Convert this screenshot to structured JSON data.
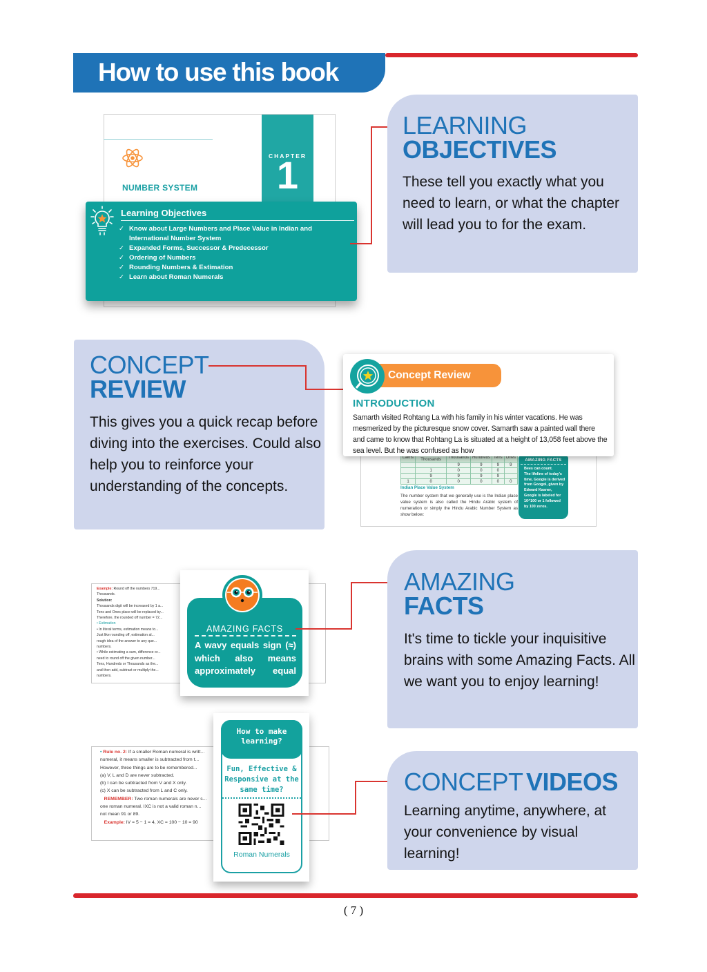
{
  "header": {
    "title": "How to use this book",
    "colors": {
      "blue": "#1f73b7",
      "red_rule": "#d9262c",
      "panel_bg": "#cfd6ec",
      "teal": "#0fa19c",
      "orange": "#f7933a"
    }
  },
  "sections": {
    "learning_objectives": {
      "heading_light": "LEARNING",
      "heading_bold": "OBJECTIVES",
      "description": "These tell you exactly what you need to learn, or what the chapter will lead you to for the exam.",
      "sample": {
        "chapter_word": "CHAPTER",
        "chapter_number": "1",
        "chapter_title": "NUMBER SYSTEM",
        "card_title": "Learning Objectives",
        "items": [
          "Know about Large Numbers and Place Value in Indian and International Number System",
          "Expanded Forms, Successor & Predecessor",
          "Ordering of Numbers",
          "Rounding Numbers & Estimation",
          "Learn about Roman Numerals"
        ],
        "tick": "✓"
      }
    },
    "concept_review": {
      "heading_light": "CONCEPT",
      "heading_bold": "REVIEW",
      "description": "This gives you a quick recap before diving into the exercises. Could also help you to reinforce your understanding of the concepts.",
      "sample": {
        "badge_label": "Concept Review",
        "intro_heading": "INTRODUCTION",
        "intro_text": "Samarth visited Rohtang La with his family in his winter vacations. He was mesmerized by the picturesque snow cover. Samarth saw a painted wall there and came to know that Rohtang La is situated at a height of 13,058 feet above the sea level. But he was confused as how",
        "table_header": [
          "Lakhs",
          "Ten Thousands",
          "Thousands",
          "Hundreds",
          "Tens",
          "Ones"
        ],
        "table_rows": [
          [
            "",
            "",
            "9",
            "9",
            "9",
            "9"
          ],
          [
            "",
            "1",
            "0",
            "0",
            "0",
            ""
          ],
          [
            "",
            "9",
            "9",
            "9",
            "9",
            ""
          ],
          [
            "1",
            "0",
            "0",
            "0",
            "0",
            "0"
          ]
        ],
        "subheading": "Indian Place Value System",
        "paragraph": "The number system that we generally use is the Indian place value system is also called the Hindu Arabic system of numeration or simply the Hindu Arabic Number System as show below:",
        "facts_box_title": "AMAZING FACTS",
        "facts_box_items": [
          "Bees can count.",
          "The lifeline of today's time, Google is derived from Googol, given by Edward Kasner, Google is labeled for 10^100 or 1 followed by 100 zeros."
        ]
      }
    },
    "amazing_facts": {
      "heading_light": "AMAZING",
      "heading_bold": "FACTS",
      "description": "It's time to tickle your inquisitive brains with some Amazing Facts. All we want you to enjoy learning!",
      "sample": {
        "card_title": "AMAZING FACTS",
        "card_text": "A wavy equals sign (≈) which also means approximately equal",
        "sheet_lines": [
          {
            "label": "Example:",
            "text": " Round off the numbers 719..."
          },
          {
            "label": "",
            "text": "    Thousands."
          },
          {
            "label": "",
            "text": "Solution:"
          },
          {
            "label": "",
            "text": "Thousands digit will be increased by 1 a..."
          },
          {
            "label": "",
            "text": "Tens and Ones place will be replaced by..."
          },
          {
            "label": "",
            "text": "Therefore, the rounded off number = 72..."
          },
          {
            "label": "",
            "text": "• Estimation"
          },
          {
            "label": "",
            "text": "  • In literal terms, estimation means to..."
          },
          {
            "label": "",
            "text": "    Just like rounding off, estimation al..."
          },
          {
            "label": "",
            "text": "    rough idea of the answer to any que..."
          },
          {
            "label": "",
            "text": "    numbers."
          },
          {
            "label": "",
            "text": "  • While estimating a sum, difference or..."
          },
          {
            "label": "",
            "text": "    need to round off the given number..."
          },
          {
            "label": "",
            "text": "    Tens, Hundreds or Thousands as the..."
          },
          {
            "label": "",
            "text": "    and then add, subtract or multiply the..."
          },
          {
            "label": "",
            "text": "    numbers."
          }
        ]
      }
    },
    "concept_videos": {
      "heading_light": "CONCEPT",
      "heading_bold": "VIDEOS",
      "description": "Learning anytime, anywhere, at your convenience by visual learning!",
      "sample": {
        "card_header": "How to  make learning?",
        "card_middle": "Fun, Effective & Responsive at the same time?",
        "qr_caption": "Roman Numerals",
        "sheet_lines": [
          {
            "label": "Rule no. 2:",
            "text": " If a smaller Roman numeral is writt..."
          },
          {
            "label": "",
            "text": "   numeral, it means smaller is subtracted from t..."
          },
          {
            "label": "",
            "text": "   However, three things are to be remembered..."
          },
          {
            "label": "",
            "text": "(a) V, L and D are never subtracted."
          },
          {
            "label": "",
            "text": "(b) I can be subtracted from V and X only."
          },
          {
            "label": "",
            "text": "(c) X can be subtracted from L and C only."
          },
          {
            "label": "REMEMBER:",
            "text": " Two roman numerals are never s..."
          },
          {
            "label": "",
            "text": "   one roman numeral. IXC is not a valid roman n..."
          },
          {
            "label": "",
            "text": "   not mean 91 or 89."
          },
          {
            "label": "Example:",
            "text": "    IV = 5 − 1 = 4, XC = 100 − 10 = 90"
          }
        ]
      }
    }
  },
  "footer": {
    "page_number": "( 7 )"
  }
}
